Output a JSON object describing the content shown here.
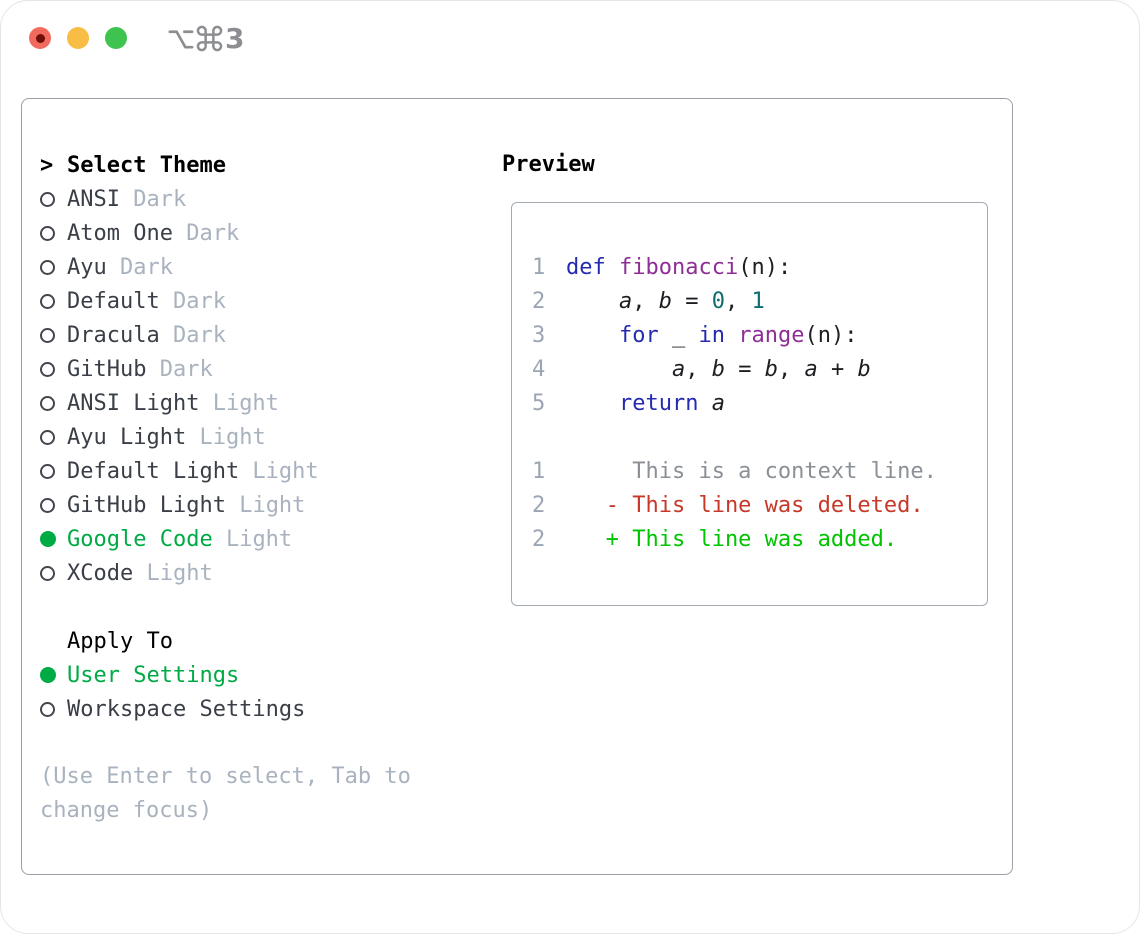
{
  "titlebar": {
    "shortcut": "⌥⌘3",
    "shortcut_option_symbol": "⌥",
    "shortcut_command_symbol": "⌘",
    "shortcut_digit": "3"
  },
  "theme_panel": {
    "header_prefix": ">",
    "header": "Select Theme",
    "themes": [
      {
        "name": "ANSI",
        "variant": "Dark",
        "selected": false
      },
      {
        "name": "Atom One",
        "variant": "Dark",
        "selected": false
      },
      {
        "name": "Ayu",
        "variant": "Dark",
        "selected": false
      },
      {
        "name": "Default",
        "variant": "Dark",
        "selected": false
      },
      {
        "name": "Dracula",
        "variant": "Dark",
        "selected": false
      },
      {
        "name": "GitHub",
        "variant": "Dark",
        "selected": false
      },
      {
        "name": "ANSI Light",
        "variant": "Light",
        "selected": false
      },
      {
        "name": "Ayu Light",
        "variant": "Light",
        "selected": false
      },
      {
        "name": "Default Light",
        "variant": "Light",
        "selected": false
      },
      {
        "name": "GitHub Light",
        "variant": "Light",
        "selected": false
      },
      {
        "name": "Google Code",
        "variant": "Light",
        "selected": true
      },
      {
        "name": "XCode",
        "variant": "Light",
        "selected": false
      }
    ],
    "apply_to": {
      "header": "Apply To",
      "options": [
        {
          "label": "User Settings",
          "selected": true
        },
        {
          "label": "Workspace Settings",
          "selected": false
        }
      ]
    },
    "help_text": "(Use Enter to select, Tab to change focus)"
  },
  "preview_panel": {
    "header": "Preview",
    "code_lines": [
      {
        "no": "1",
        "tokens": [
          {
            "text": "def",
            "type": "keyword"
          },
          {
            "text": " ",
            "type": "plain"
          },
          {
            "text": "fibonacci",
            "type": "function"
          },
          {
            "text": "(n):",
            "type": "plain"
          }
        ]
      },
      {
        "no": "2",
        "tokens": [
          {
            "text": "    ",
            "type": "plain"
          },
          {
            "text": "a",
            "type": "variable"
          },
          {
            "text": ", ",
            "type": "plain"
          },
          {
            "text": "b",
            "type": "variable"
          },
          {
            "text": " = ",
            "type": "plain"
          },
          {
            "text": "0",
            "type": "number"
          },
          {
            "text": ", ",
            "type": "plain"
          },
          {
            "text": "1",
            "type": "number"
          }
        ]
      },
      {
        "no": "3",
        "tokens": [
          {
            "text": "    ",
            "type": "plain"
          },
          {
            "text": "for",
            "type": "keyword"
          },
          {
            "text": " _ ",
            "type": "plain"
          },
          {
            "text": "in",
            "type": "keyword"
          },
          {
            "text": " ",
            "type": "plain"
          },
          {
            "text": "range",
            "type": "function"
          },
          {
            "text": "(n):",
            "type": "plain"
          }
        ]
      },
      {
        "no": "4",
        "tokens": [
          {
            "text": "        ",
            "type": "plain"
          },
          {
            "text": "a",
            "type": "variable"
          },
          {
            "text": ", ",
            "type": "plain"
          },
          {
            "text": "b",
            "type": "variable"
          },
          {
            "text": " = ",
            "type": "plain"
          },
          {
            "text": "b",
            "type": "variable"
          },
          {
            "text": ", ",
            "type": "plain"
          },
          {
            "text": "a",
            "type": "variable"
          },
          {
            "text": " + ",
            "type": "plain"
          },
          {
            "text": "b",
            "type": "variable"
          }
        ]
      },
      {
        "no": "5",
        "tokens": [
          {
            "text": "    ",
            "type": "plain"
          },
          {
            "text": "return",
            "type": "keyword"
          },
          {
            "text": " ",
            "type": "plain"
          },
          {
            "text": "a",
            "type": "variable"
          }
        ]
      }
    ],
    "diff_lines": [
      {
        "no": "1",
        "kind": "context",
        "sign": "",
        "text": "This is a context line."
      },
      {
        "no": "2",
        "kind": "deleted",
        "sign": "-",
        "text": "This line was deleted."
      },
      {
        "no": "2",
        "kind": "added",
        "sign": "+",
        "text": "This line was added."
      }
    ]
  },
  "colors": {
    "accent_green": "#00ab45",
    "primary_text": "#3a3f47",
    "muted_text": "#a9b2bf",
    "code_plain": "#1c1e22",
    "syntax_keyword": "#242bb0",
    "syntax_function": "#8e2f96",
    "syntax_number": "#0b6d6d",
    "line_number": "#9ba5b3",
    "diff_context": "#8b9097",
    "diff_deleted": "#c63928",
    "diff_added": "#00c400",
    "traffic_red": "#f16a5d",
    "traffic_yellow": "#f7bd45",
    "traffic_green": "#3ec34f"
  }
}
